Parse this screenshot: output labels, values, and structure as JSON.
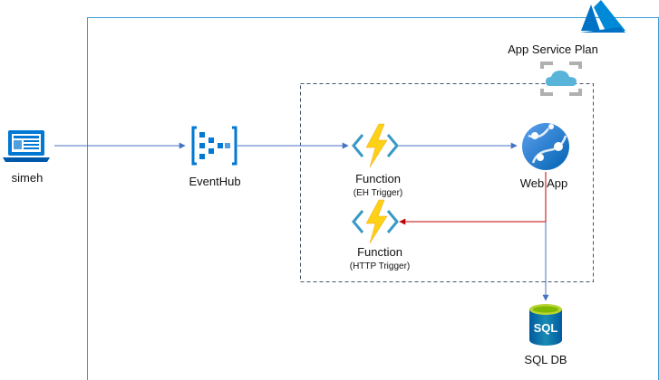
{
  "labels": {
    "client": "simeh",
    "eventhub": "EventHub",
    "function_eh": "Function",
    "function_eh_sub": "(EH Trigger)",
    "webapp": "Web App",
    "function_http": "Function",
    "function_http_sub": "(HTTP Trigger)",
    "app_service_plan": "App Service Plan",
    "sqldb": "SQL DB",
    "sql_icon_text": "SQL"
  },
  "icons": {
    "azure": "azure-logo-icon",
    "client": "laptop-icon",
    "eventhub": "event-hub-icon",
    "function": "azure-function-icon",
    "webapp": "web-app-globe-icon",
    "app_service_plan": "app-service-plan-icon",
    "sqldb": "sql-database-icon"
  },
  "colors": {
    "azure_blue": "#0072C6",
    "boundary": "#3C9BD4",
    "connector_blue": "#4472C4",
    "connector_red": "#C00000",
    "bolt": "#FCD116"
  }
}
